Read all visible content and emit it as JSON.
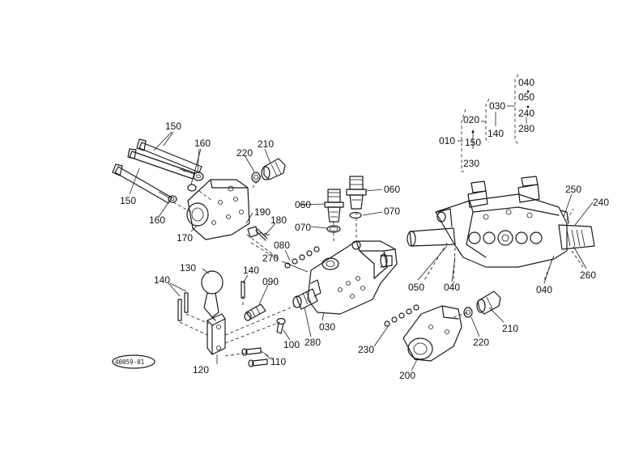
{
  "callouts": {
    "c150a": "150",
    "c150b": "150",
    "c160a": "160",
    "c160b": "160",
    "c170": "170",
    "c220a": "220",
    "c210a": "210",
    "c190": "190",
    "c180": "180",
    "c060a": "060",
    "c060b": "060",
    "c070a": "070",
    "c070b": "070",
    "c080": "080",
    "c270": "270",
    "c140a": "140",
    "c140b": "140",
    "c130": "130",
    "c090": "090",
    "c100": "100",
    "c110": "110",
    "c120": "120",
    "c030": "030",
    "c280": "280",
    "c050": "050",
    "c040a": "040",
    "c040b": "040",
    "c250": "250",
    "c240": "240",
    "c260": "260",
    "c230": "230",
    "c200": "200",
    "c220b": "220",
    "c210b": "210"
  },
  "tree": {
    "root": "010",
    "branch1_top": "020",
    "branch1_mid": "150",
    "branch1_bot": "230",
    "branch2_top": "030",
    "branch2_bot": "140",
    "branch3_a": "040",
    "branch3_b": "050",
    "branch3_c": "240",
    "branch3_d": "280"
  },
  "diagram_code": "40059-01"
}
